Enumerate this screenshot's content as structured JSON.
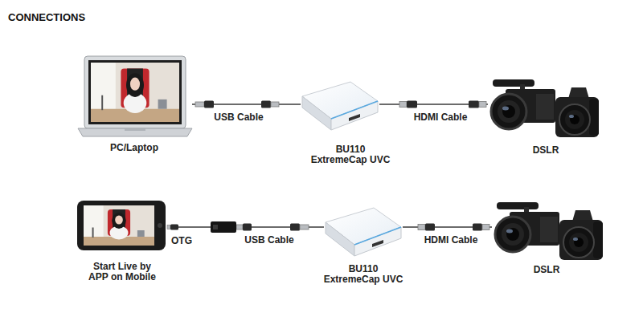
{
  "diagram": {
    "title": "CONNECTIONS",
    "nodes": [
      {
        "text": [
          "PC/Laptop"
        ]
      },
      {
        "text": [
          "BU110 ExtremeCap UVC"
        ]
      },
      {
        "text": [
          "DSLR"
        ]
      },
      {
        "text": [
          "Start Live by APP on Mobile"
        ]
      },
      {
        "text": [
          "OTG"
        ]
      },
      {
        "text": [
          "BU110 ExtremeCap UVC"
        ]
      },
      {
        "text": [
          "DSLR"
        ]
      }
    ],
    "edges": [
      {
        "from": 0,
        "to": 1,
        "label": "USB Cable",
        "arrow": "none"
      },
      {
        "from": 1,
        "to": 2,
        "label": "HDMI Cable",
        "arrow": "none"
      },
      {
        "from": 3,
        "to": 4,
        "arrow": "none"
      },
      {
        "from": 4,
        "to": 5,
        "label": "USB Cable",
        "arrow": "none"
      },
      {
        "from": 5,
        "to": 6,
        "label": "HDMI Cable",
        "arrow": "none"
      }
    ]
  }
}
